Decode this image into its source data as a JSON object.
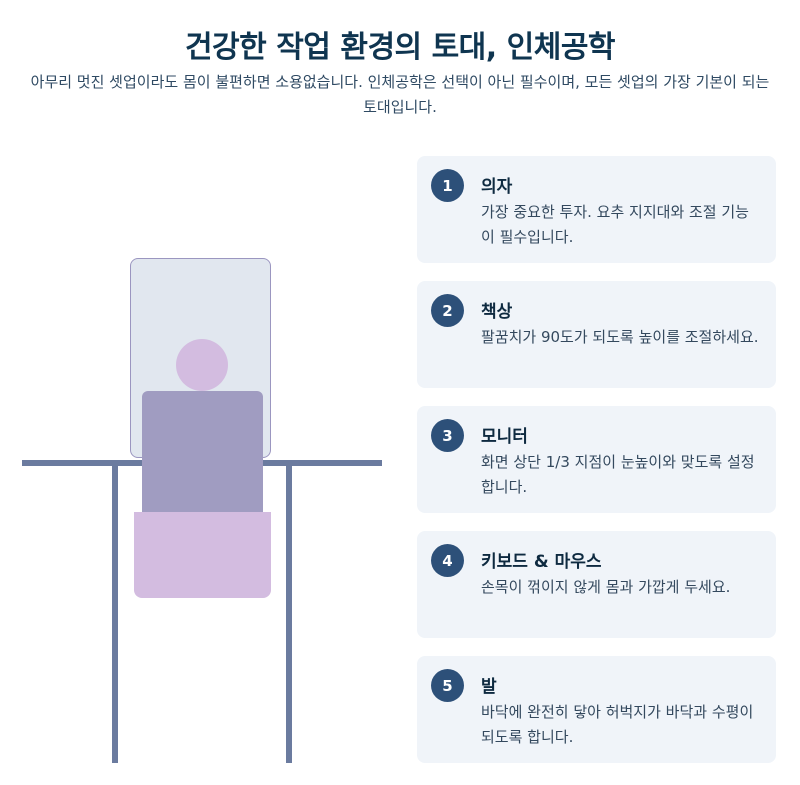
{
  "header": {
    "title": "건강한 작업 환경의 토대, 인체공학",
    "subtitle": "아무리 멋진 셋업이라도 몸이 불편하면 소용없습니다. 인체공학은 선택이 아닌 필수이며, 모든 셋업의 가장 기본이 되는 토대입니다."
  },
  "illustration": {
    "elements": [
      "monitor",
      "head",
      "body",
      "desk",
      "desk-leg-left",
      "desk-leg-right",
      "chair-seat"
    ],
    "colors": {
      "monitor_fill": "#e1e7ef",
      "monitor_border": "#9b96c0",
      "head": "#d3bce0",
      "body": "#a09cc1",
      "desk": "#6b7b9f",
      "seat": "#d3bce0"
    }
  },
  "cards": [
    {
      "number": "1",
      "title": "의자",
      "description": "가장 중요한 투자. 요추 지지대와 조절 기능이 필수입니다."
    },
    {
      "number": "2",
      "title": "책상",
      "description": "팔꿈치가 90도가 되도록 높이를 조절하세요."
    },
    {
      "number": "3",
      "title": "모니터",
      "description": "화면 상단 1/3 지점이 눈높이와 맞도록 설정합니다."
    },
    {
      "number": "4",
      "title": "키보드 & 마우스",
      "description": "손목이 꺾이지 않게 몸과 가깝게 두세요."
    },
    {
      "number": "5",
      "title": "발",
      "description": "바닥에 완전히 닿아 허벅지가 바닥과 수평이 되도록 합니다."
    }
  ],
  "colors": {
    "accent": "#2d5079",
    "card_bg": "#f0f4f9",
    "title": "#0f3550"
  }
}
